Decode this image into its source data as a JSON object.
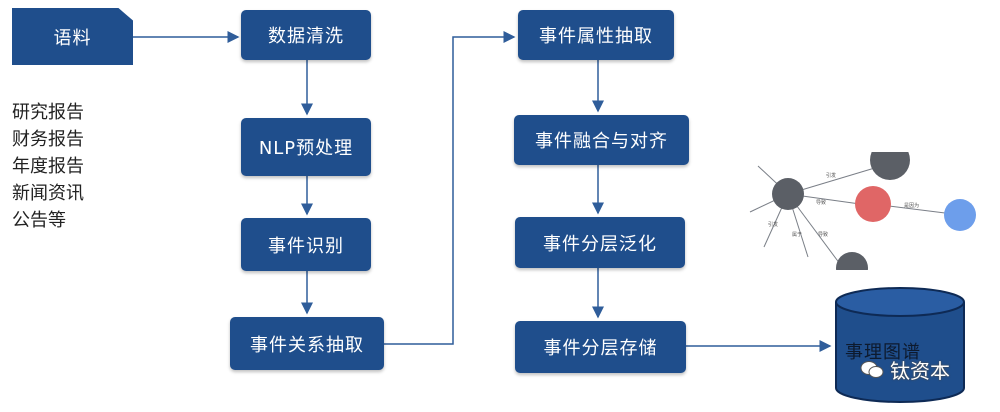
{
  "source": {
    "label": "语料"
  },
  "source_types": [
    "研究报告",
    "财务报告",
    "年度报告",
    "新闻资讯",
    "公告等"
  ],
  "pipeline_left": [
    {
      "id": "data-cleaning",
      "label": "数据清洗"
    },
    {
      "id": "nlp-preprocess",
      "label": "NLP预处理"
    },
    {
      "id": "event-recognition",
      "label": "事件识别"
    },
    {
      "id": "event-relation-extraction",
      "label": "事件关系抽取"
    }
  ],
  "pipeline_right": [
    {
      "id": "event-attribute-extraction",
      "label": "事件属性抽取"
    },
    {
      "id": "event-fusion-alignment",
      "label": "事件融合与对齐"
    },
    {
      "id": "event-hierarchy-generalization",
      "label": "事件分层泛化"
    },
    {
      "id": "event-hierarchy-storage",
      "label": "事件分层存储"
    }
  ],
  "database": {
    "label": "事理图谱"
  },
  "watermark": {
    "label": "钛资本"
  },
  "graph": {
    "edge_labels": [
      "引发",
      "导致",
      "是因为",
      "属于",
      "导致",
      "引发"
    ]
  },
  "colors": {
    "box": "#1f4e8c",
    "arrow": "#2f5d9a",
    "node_gray": "#5b5f66",
    "node_red": "#e06666",
    "node_blue": "#6d9eeb"
  }
}
